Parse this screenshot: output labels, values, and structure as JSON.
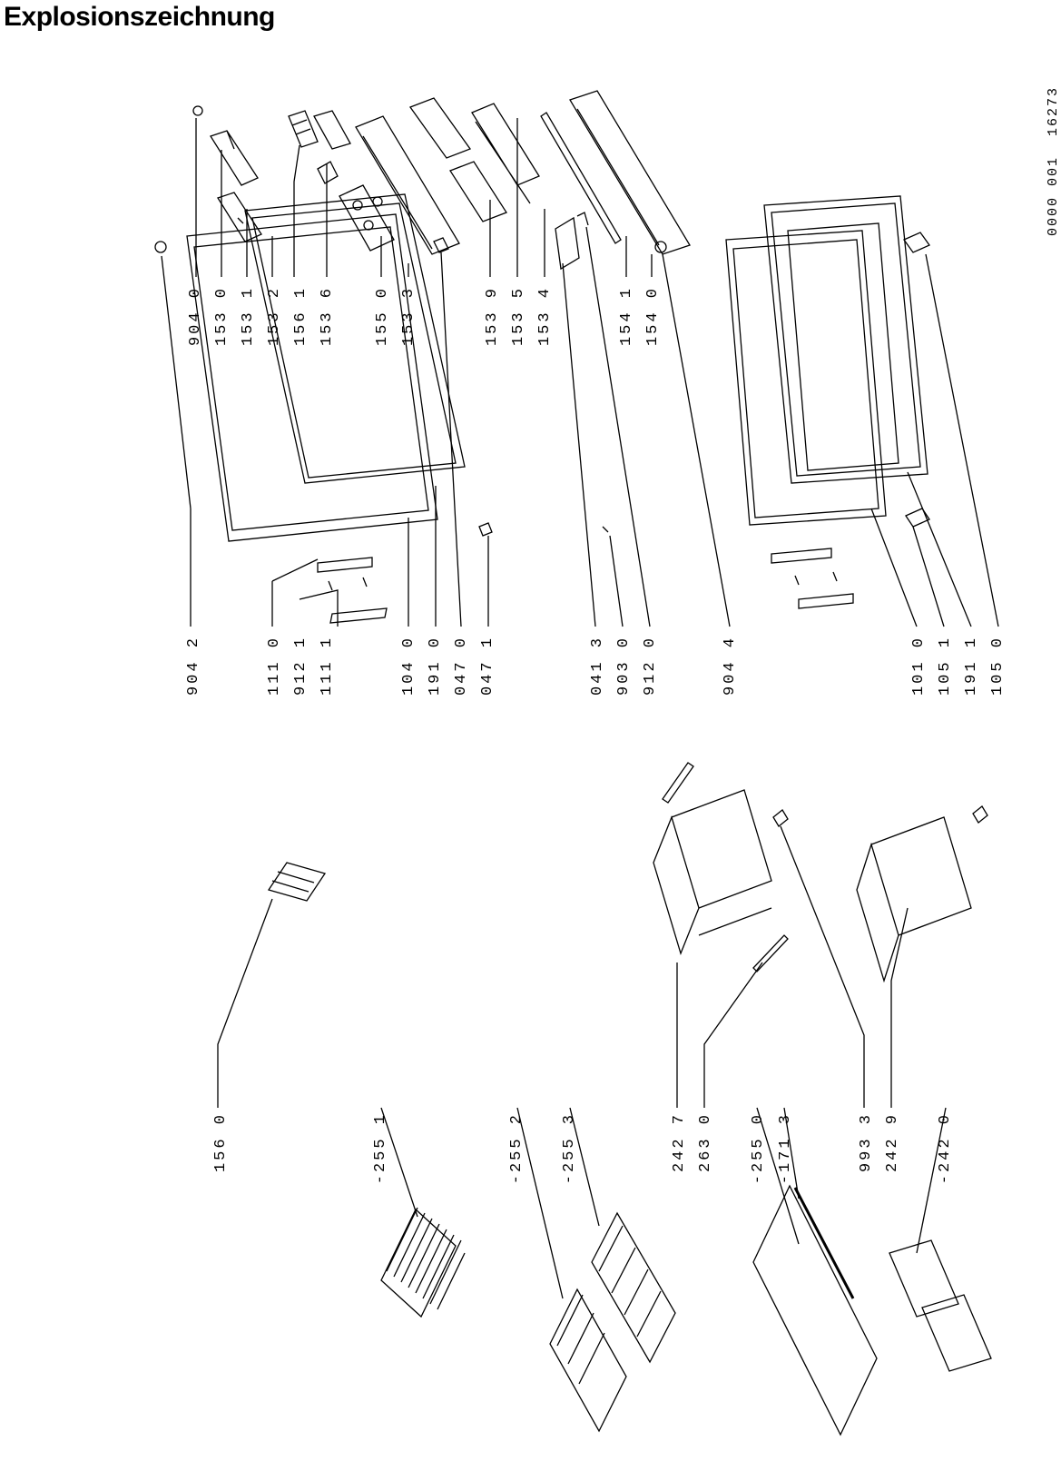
{
  "title": "Explosionszeichnung",
  "drawing_code": "0000 001  16273",
  "labels": {
    "top": [
      "904 0",
      "153 0",
      "153 1",
      "153 2",
      "156 1",
      "153 6",
      "155 0",
      "153 3",
      "153 9",
      "153 5",
      "153 4",
      "154 1",
      "154 0"
    ],
    "middle": [
      "904 2",
      "111 0",
      "912 1",
      "111 1",
      "104 0",
      "191 0",
      "047 0",
      "047 1",
      "041 3",
      "903 0",
      "912 0",
      "904 4",
      "101 0",
      "105 1",
      "191 1",
      "105 0"
    ],
    "bottom": [
      "156 0",
      "-255 1",
      "-255 2",
      "-255 3",
      "242 7",
      "263 0",
      "-255 0",
      "-171 3",
      "993 3",
      "242 9",
      "-242 0"
    ]
  }
}
